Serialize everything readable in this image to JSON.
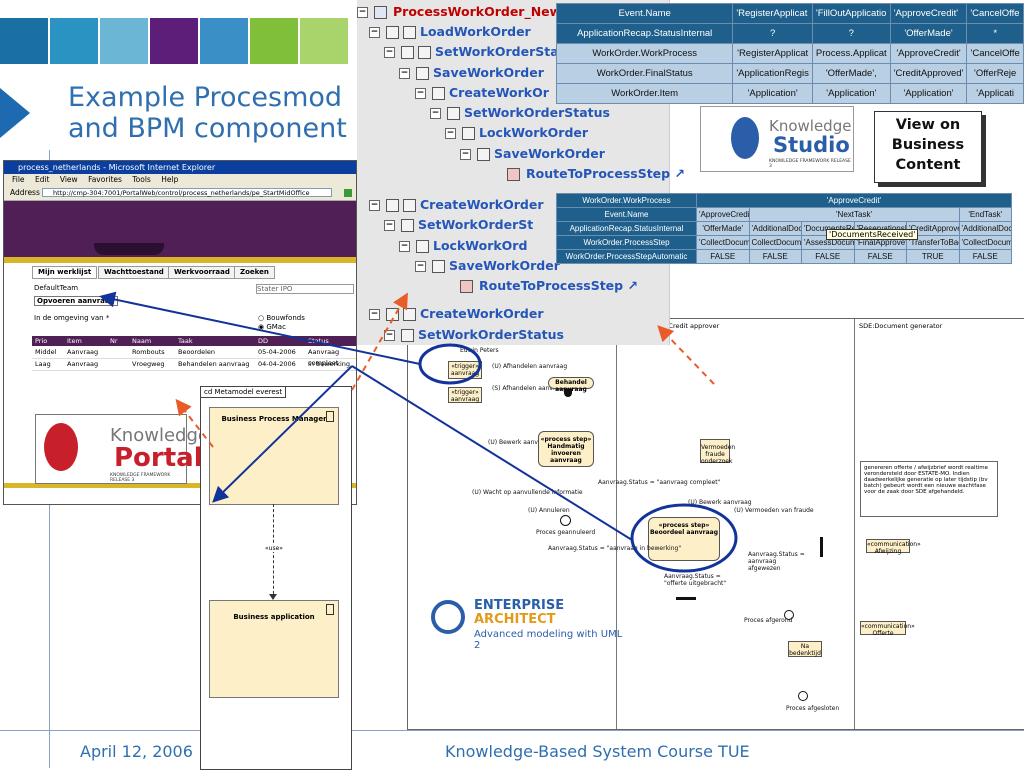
{
  "slide": {
    "title_line1": "Example Procesmod",
    "title_line2": "and BPM component",
    "footer_date": "April 12, 2006",
    "footer_course": "Knowledge-Based System Course TUE",
    "colors": [
      "#1a6fa3",
      "#2a93c2",
      "#4db3d1",
      "#6b1f7a",
      "#7fbf3a",
      "#9ed05a",
      "#b8d96e"
    ]
  },
  "tree": {
    "nodes": [
      {
        "label": "ProcessWorkOrder_NewWo",
        "color": "#c00000"
      },
      {
        "label": "LoadWorkOrder",
        "color": "#2456b8"
      },
      {
        "label": "SetWorkOrderStatu",
        "color": "#2456b8"
      },
      {
        "label": "SaveWorkOrder",
        "color": "#2456b8"
      },
      {
        "label": "CreateWorkOr",
        "color": "#2456b8"
      },
      {
        "label": "SetWorkOrderStatus",
        "color": "#2456b8"
      },
      {
        "label": "LockWorkOrder",
        "color": "#2456b8"
      },
      {
        "label": "SaveWorkOrder",
        "color": "#2456b8"
      },
      {
        "label": "RouteToProcessStep",
        "color": "#2456b8"
      },
      {
        "label": "CreateWorkOrder",
        "color": "#2456b8"
      },
      {
        "label": "SetWorkOrderSt",
        "color": "#2456b8"
      },
      {
        "label": "LockWorkOrd",
        "color": "#2456b8"
      },
      {
        "label": "SaveWorkOrder",
        "color": "#2456b8"
      },
      {
        "label": "RouteToProcessStep",
        "color": "#2456b8"
      },
      {
        "label": "CreateWorkOrder",
        "color": "#2456b8"
      },
      {
        "label": "SetWorkOrderStatus",
        "color": "#2456b8"
      }
    ]
  },
  "table1": {
    "rows": [
      [
        "Event.Name",
        "'RegisterApplicat",
        "'FillOutApplicatio",
        "'ApproveCredit'",
        "'CancelOffe"
      ],
      [
        "ApplicationRecap.StatusInternal",
        "?",
        "?",
        "'OfferMade'",
        "*"
      ],
      [
        "WorkOrder.WorkProcess",
        "'RegisterApplicat",
        "Process.Applicat",
        "'ApproveCredit'",
        "'CancelOffe"
      ],
      [
        "WorkOrder.FinalStatus",
        "'ApplicationRegis",
        "'OfferMade',",
        "'CreditApproved'",
        "'OfferReje"
      ],
      [
        "WorkOrder.Item",
        "'Application'",
        "'Application'",
        "'Application'",
        "'Applicati"
      ]
    ]
  },
  "table2": {
    "rows": [
      [
        "WorkOrder.WorkProcess",
        "'ApproveCredit'"
      ],
      [
        "Event.Name",
        "'ApproveCredit'",
        "'NextTask'",
        "'EndTask'"
      ],
      [
        "ApplicationRecap.StatusInternal",
        "'OfferMade'",
        "'AdditionalDocsR",
        "'DocumentsRece",
        "'ReservationsLift",
        "'CreditApproved'",
        "'AdditionalDocsR"
      ],
      [
        "WorkOrder.ProcessStep",
        "'CollectDocument",
        "CollectDocument",
        "'AssessDocumer",
        "'FinalApprove'",
        "'TransferToBack",
        "'CollectDocumen"
      ],
      [
        "WorkOrder.ProcessStepAutomatic",
        "FALSE",
        "FALSE",
        "FALSE",
        "FALSE",
        "TRUE",
        "FALSE"
      ]
    ],
    "tooltip": "'DocumentsReceived'"
  },
  "ie": {
    "title": "process_netherlands - Microsoft Internet Explorer",
    "menu": [
      "File",
      "Edit",
      "View",
      "Favorites",
      "Tools",
      "Help"
    ],
    "address_label": "Address",
    "address": "http://cmp-304:7001/PortalWeb/control/process_netherlands/pe_StartMidOffice",
    "tabs": [
      "Mijn werklijst",
      "Wachttoestand",
      "Werkvoorraad",
      "Zoeken"
    ],
    "default_team_label": "DefaultTeam",
    "default_team_value": "Stater IPO",
    "field_value": "Opvoeren aanvraag",
    "environment_label": "In de omgeving van *",
    "radio_1": "Bouwfonds",
    "radio_2": "GMac",
    "columns": [
      "Prio",
      "Item",
      "Nr",
      "Naam",
      "Taak",
      "DD",
      "Status"
    ],
    "rows": [
      [
        "Middel",
        "Aanvraag",
        "",
        "Rombouts",
        "Beoordelen",
        "05-04-2006",
        "Aanvraag compleet"
      ],
      [
        "Laag",
        "Aanvraag",
        "",
        "Vroegweg",
        "Behandelen aanvraag",
        "04-04-2006",
        "In bewerking"
      ]
    ]
  },
  "logos": {
    "portal_1": "Knowledge",
    "portal_2": "Portal",
    "portal_sub": "KNOWLEDGE FRAMEWORK RELEASE 3",
    "studio_1": "Knowledge",
    "studio_2": "Studio",
    "studio_sub": "KNOWLEDGE FRAMEWORK RELEASE 3",
    "ea_1": "ENTERPRISE",
    "ea_2": "ARCHITECT",
    "ea_3": "Advanced modeling with UML 2"
  },
  "view_on_business": "View on Business Content",
  "metamodel": {
    "label": "cd Metamodel everest",
    "comp1": "Business Process Manager",
    "use": "«use»",
    "comp2": "Business application"
  },
  "activity": {
    "lane1": "",
    "lane2": "Een gebruiker:Credit approver",
    "lane3": "SDE:Document generator",
    "user": "Edwin Peters",
    "trigger": "«trigger» aanvraag",
    "handle1": "(U) Afhandelen aanvraag",
    "handle2": "(S) Afhandelen aanvraag",
    "handle_trigger": "«trigger» aanvraag",
    "behandel": "Behandel aanvraag",
    "bewerk": "(U) Bewerk aanvraag",
    "procstep1": "«process step» Handmatig invoeren aanvraag",
    "status_compleet": "Aanvraag.Status = \"aanvraag compleet\"",
    "wacht": "(U) Wacht op aanvullende informatie",
    "annuleren": "(U) Annuleren",
    "geannuleerd": "Proces geannuleerd",
    "bewerk2": "(U) Bewerk aanvraag",
    "vermoeden": "(U) Vermoeden van fraude",
    "fraude": "Vermoeden fraude onderzoek",
    "procstep2": "«process step» Beoordeel aanvraag",
    "status_bewerking": "Aanvraag.Status = \"aanvraag in bewerking\"",
    "afgewezen": "Aanvraag.Status = aanvraag afgewezen",
    "offerte_uitgebracht": "Aanvraag.Status = \"offerte uitgebracht\"",
    "afwijzing": "«communication» Afwijzing",
    "afgerond": "Proces afgerond",
    "offerte": "«communication» Offerte",
    "bedenktijd": "Na bedenktijd",
    "afgesloten": "Proces afgesloten",
    "note": "genereren offerte / afwijzbrief wordt realtime verondersteld door ESTATE-MO. Indien daadwerkelijke generatie op later tijdstip (bv batch) gebeurt wordt een nieuwe wachtfase voor de zaak door SDE afgehandeld."
  }
}
